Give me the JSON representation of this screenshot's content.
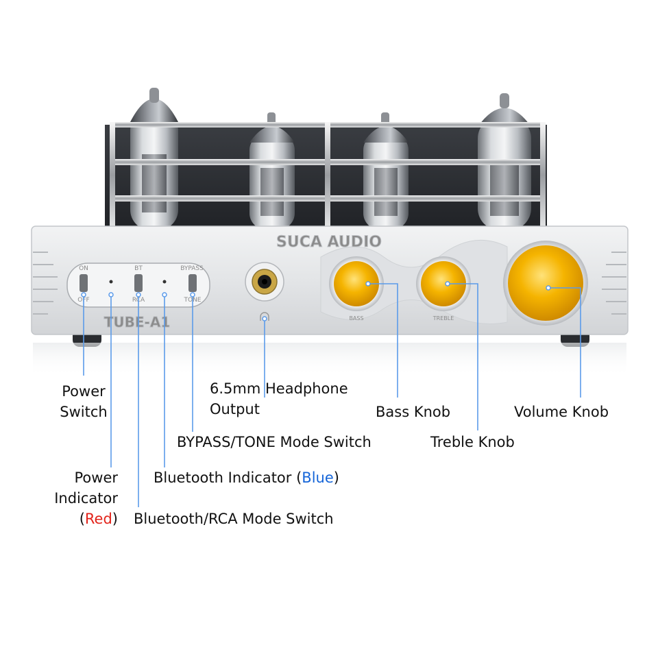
{
  "device": {
    "brand": "SUCA AUDIO",
    "model": "TUBE-A1",
    "switches": {
      "power": {
        "top": "ON",
        "bottom": "OFF"
      },
      "bt_rca": {
        "top": "BT",
        "bottom": "RCA"
      },
      "bypass_tone": {
        "top": "BYPASS",
        "bottom": "TONE"
      }
    },
    "knobs": {
      "bass": "BASS",
      "treble": "TREBLE"
    }
  },
  "colors": {
    "leader_line": "#5b9bea",
    "knob_gold": "#f2a900",
    "panel_silver": "#e4e6e8",
    "accent_red": "#e2231a",
    "accent_blue": "#1565d8"
  },
  "labels": {
    "power_switch": {
      "line1": "Power",
      "line2": "Switch"
    },
    "power_indicator": {
      "line1": "Power",
      "line2": "Indicator",
      "line3_open": "(",
      "line3_color": "Red",
      "line3_close": ")"
    },
    "bt_rca_switch": "Bluetooth/RCA Mode Switch",
    "bt_indicator": {
      "prefix": "Bluetooth Indicator (",
      "color": "Blue",
      "suffix": ")"
    },
    "bypass_tone_switch": "BYPASS/TONE Mode Switch",
    "headphone": {
      "line1": "6.5mm Headphone",
      "line2": "Output"
    },
    "bass_knob": "Bass Knob",
    "treble_knob": "Treble Knob",
    "volume_knob": "Volume Knob"
  }
}
